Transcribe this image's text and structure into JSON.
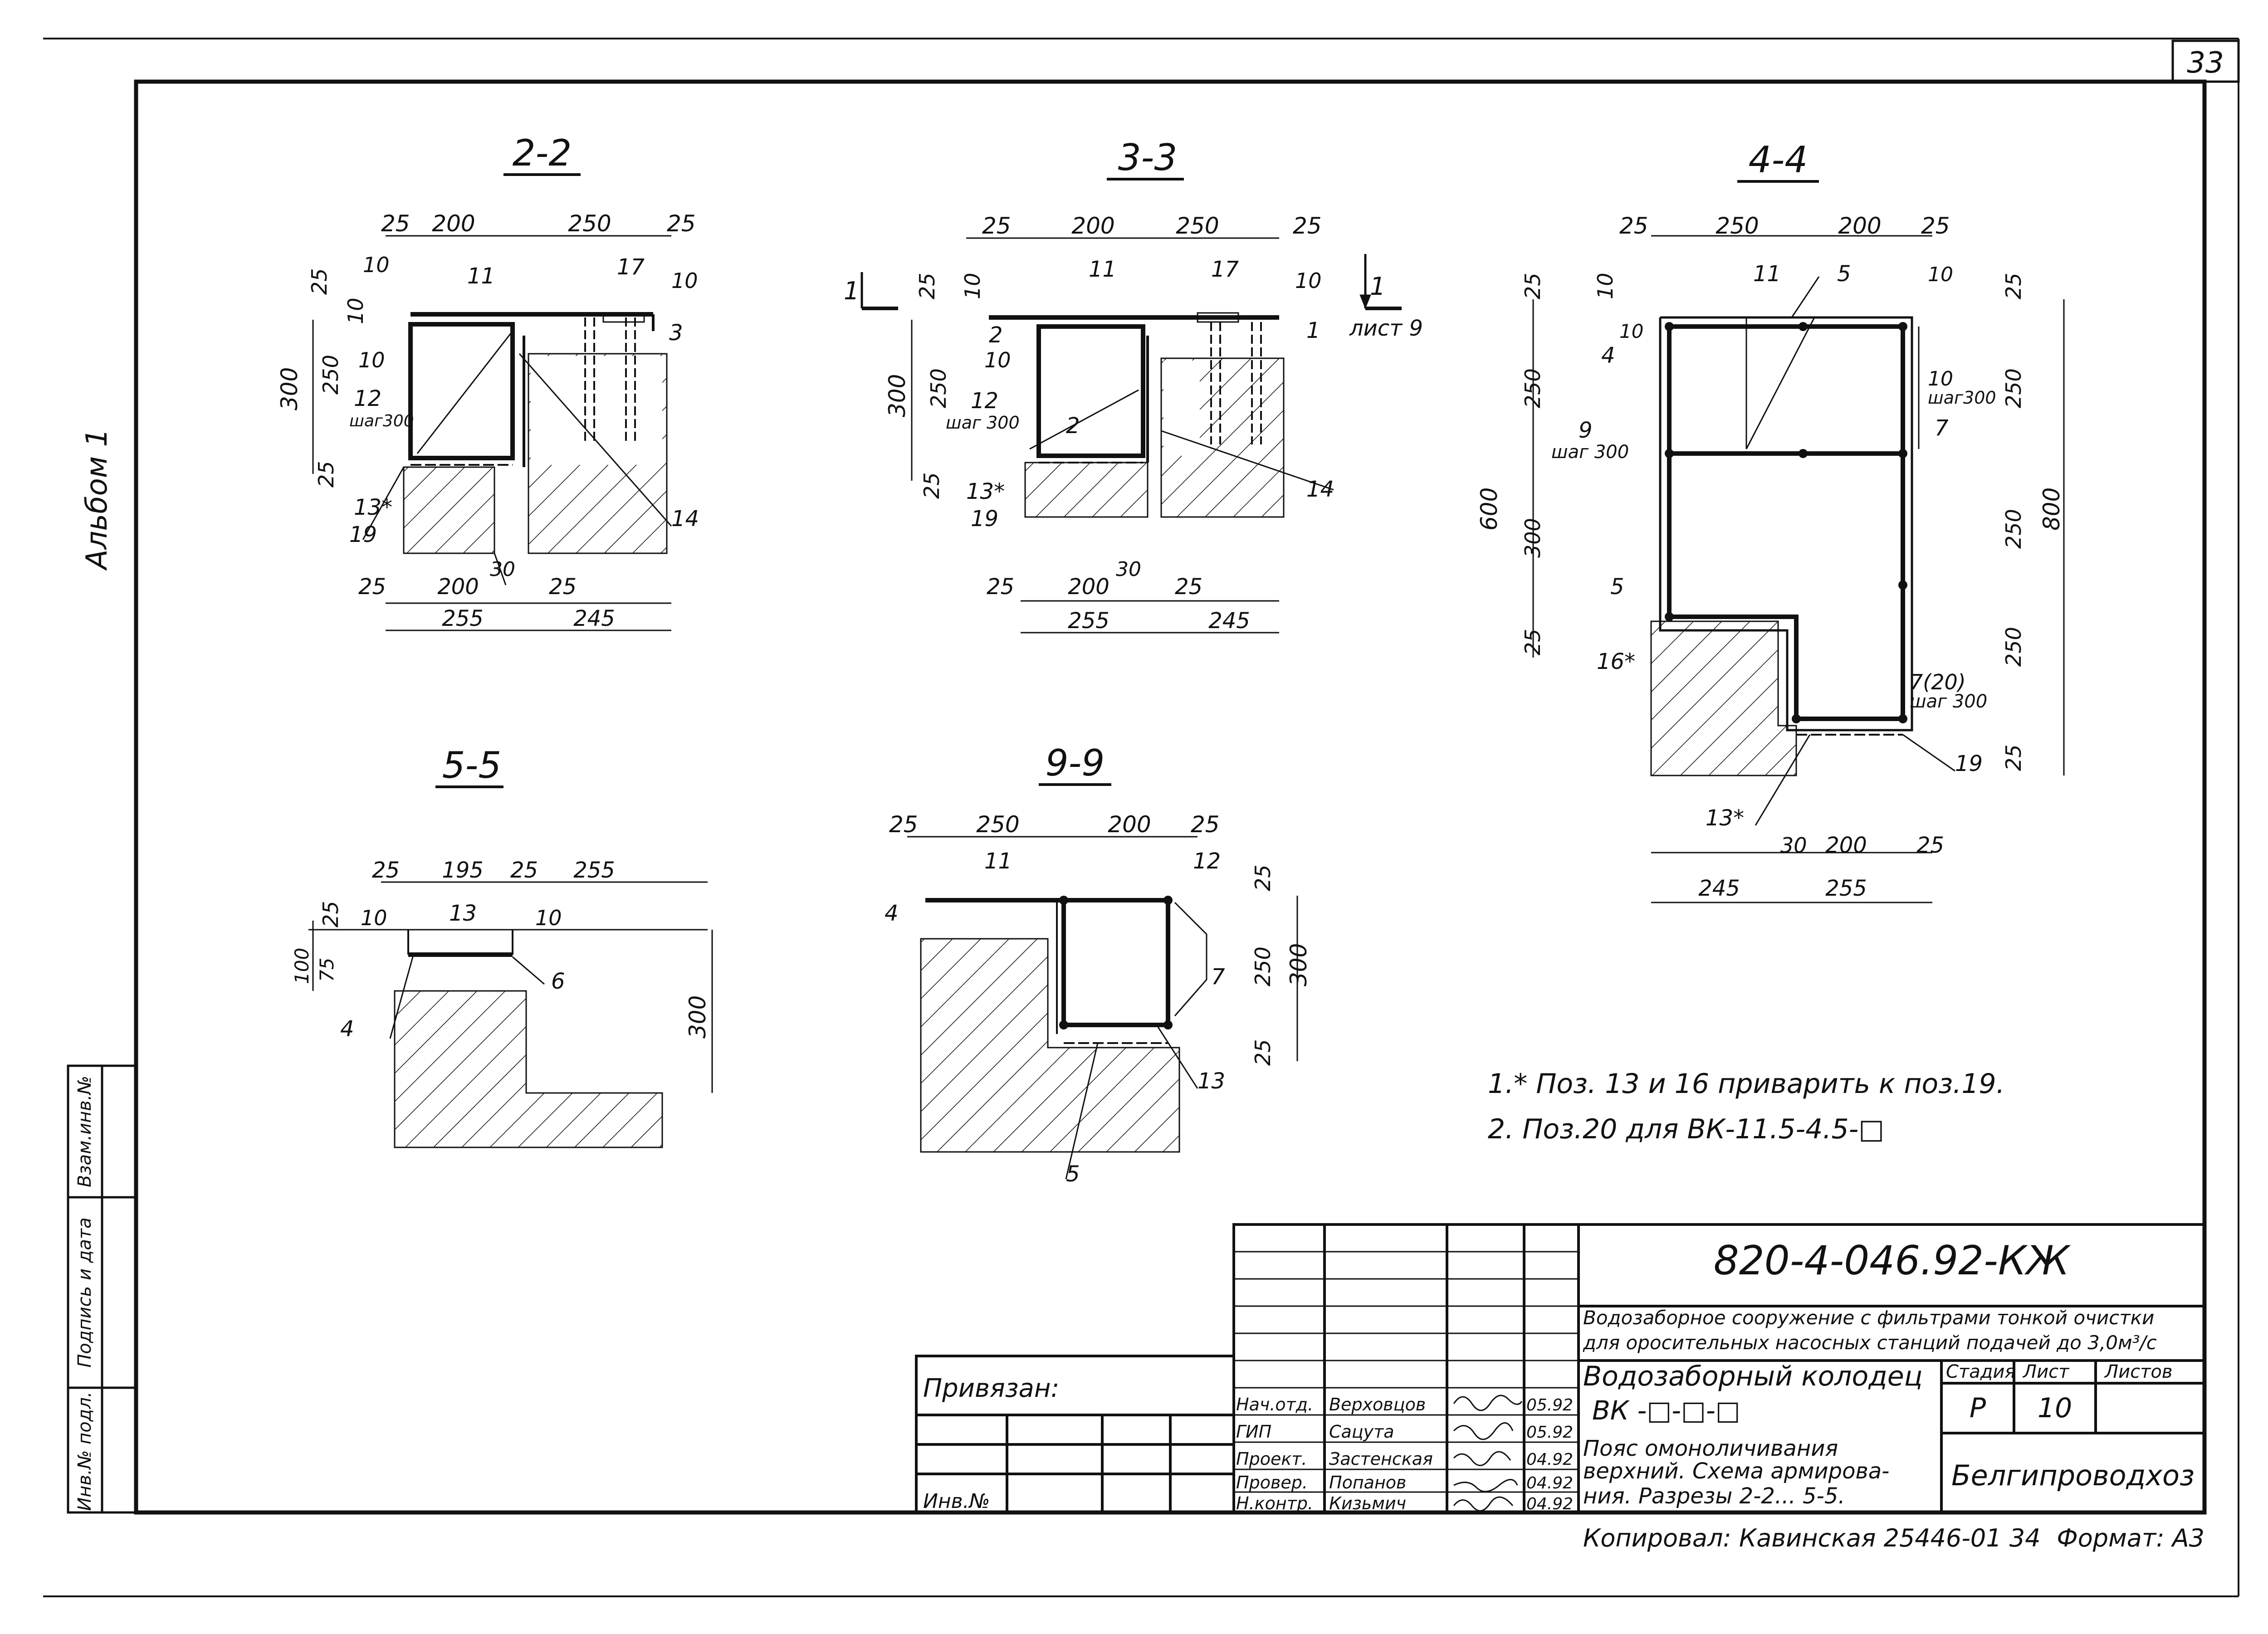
{
  "sheet": {
    "page_number": "33",
    "album": "Альбом 1",
    "ink_color": "#111111",
    "paper_color": "#ffffff",
    "hatch": "diagonal-hatch"
  },
  "sections": {
    "s22": {
      "title": "2-2",
      "top_dims": [
        "25",
        "200",
        "250",
        "25"
      ],
      "left_dims": [
        "25",
        "10",
        "10",
        "10",
        "250",
        "300",
        "25"
      ],
      "right_dims": [
        "10"
      ],
      "bottom_dims_row1": [
        "25",
        "200",
        "25"
      ],
      "bottom_dims_row2": [
        "255",
        "245"
      ],
      "callouts": [
        "11",
        "17",
        "3",
        "12",
        "шаг300",
        "13*",
        "19",
        "30",
        "14"
      ]
    },
    "s33": {
      "title": "3-3",
      "top_dims": [
        "25",
        "200",
        "250",
        "25"
      ],
      "left_dims": [
        "25",
        "10",
        "10",
        "250",
        "300",
        "25"
      ],
      "right_dims": [
        "10"
      ],
      "bottom_dims_row1": [
        "25",
        "200",
        "25"
      ],
      "bottom_dims_row2": [
        "255",
        "245"
      ],
      "callouts": [
        "11",
        "17",
        "1",
        "2",
        "12",
        "шаг 300",
        "2",
        "13*",
        "19",
        "30",
        "14"
      ],
      "cut_mark_left": "1",
      "cut_mark_right": "1",
      "cut_sheet_ref": "лист 9"
    },
    "s44": {
      "title": "4-4",
      "top_dims": [
        "25",
        "250",
        "200",
        "25"
      ],
      "left_dims": [
        "25",
        "10",
        "250",
        "600",
        "300",
        "25"
      ],
      "right_dims": [
        "25",
        "250",
        "250",
        "800",
        "250",
        "25"
      ],
      "bottom_dims_row1": [
        "30",
        "200",
        "25"
      ],
      "bottom_dims_row2": [
        "245",
        "255"
      ],
      "callouts": [
        "10",
        "11",
        "5",
        "10",
        "4",
        "10",
        "шаг300",
        "9",
        "шаг 300",
        "7",
        "5",
        "16*",
        "7(20)",
        "шаг 300",
        "19",
        "13*"
      ]
    },
    "s55": {
      "title": "5-5",
      "top_dims": [
        "25",
        "195",
        "25",
        "255"
      ],
      "left_dims": [
        "25",
        "10",
        "100",
        "75"
      ],
      "right_dims": [
        "10",
        "300"
      ],
      "callouts": [
        "13",
        "6",
        "4"
      ]
    },
    "s99": {
      "title": "9-9",
      "top_dims": [
        "25",
        "250",
        "200",
        "25"
      ],
      "right_dims": [
        "25",
        "250",
        "300",
        "25"
      ],
      "callouts": [
        "11",
        "12",
        "4",
        "7",
        "13",
        "5"
      ]
    }
  },
  "notes": {
    "note1": "1.* Поз. 13 и 16 приварить к поз.19.",
    "note2": "2. Поз.20 для ВК-11.5-4.5-□"
  },
  "side_stamp": {
    "col1": "Инв.№ подл.",
    "col2": "Подпись и дата",
    "col3": "Взам.инв.№"
  },
  "title_block": {
    "doc_code": "820-4-046.92-КЖ",
    "project_line1": "Водозаборное сооружение с фильтрами тонкой очистки",
    "project_line2": "для оросительных насосных станций подачей до 3,0м³/с",
    "object_name": "Водозаборный колодец",
    "object_mark": "ВК -□-□-□",
    "sheet_title_line1": "Пояс омоноличивания",
    "sheet_title_line2": "верхний. Схема армирова-",
    "sheet_title_line3": "ния. Разрезы 2-2... 5-5.",
    "stage_label": "Стадия",
    "sheet_label": "Лист",
    "sheets_label": "Листов",
    "stage": "Р",
    "sheet": "10",
    "sheets": "",
    "organization": "Белгипроводхоз",
    "tied": "Привязан:",
    "inv_no": "Инв.№",
    "signatures": [
      {
        "role": "Нач.отд.",
        "name": "Верховцов",
        "date": "05.92"
      },
      {
        "role": "ГИП",
        "name": "Сацута",
        "date": "05.92"
      },
      {
        "role": "Проект.",
        "name": "Застенская",
        "date": "04.92"
      },
      {
        "role": "Провер.",
        "name": "Попанов",
        "date": "04.92"
      },
      {
        "role": "Н.контр.",
        "name": "Кизьмич",
        "date": "04.92"
      }
    ],
    "copied": "Копировал: Кавинская  25446-01  34",
    "format": "Формат: А3"
  }
}
